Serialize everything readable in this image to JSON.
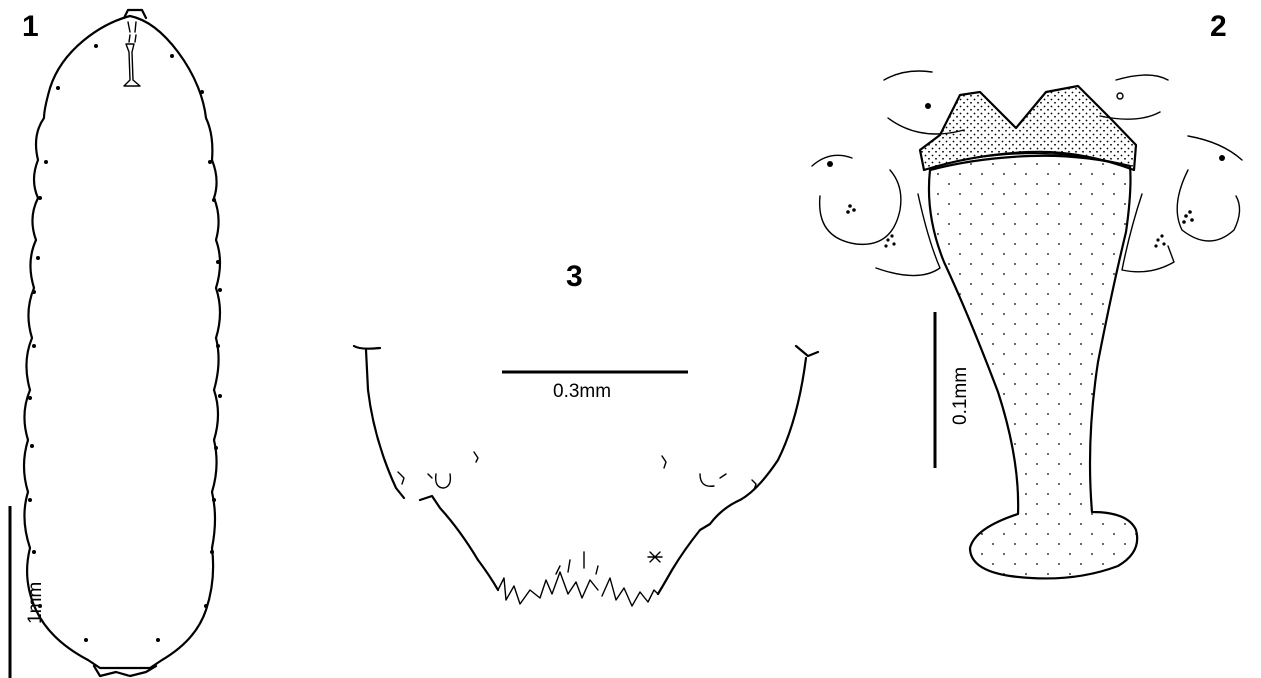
{
  "figure": {
    "panel_1": {
      "number": "1",
      "scale_label": "1mm"
    },
    "panel_2": {
      "number": "2",
      "scale_label": "0.1mm"
    },
    "panel_3": {
      "number": "3",
      "scale_label": "0.3mm"
    }
  },
  "colors": {
    "ink": "#000000",
    "background": "#ffffff"
  }
}
